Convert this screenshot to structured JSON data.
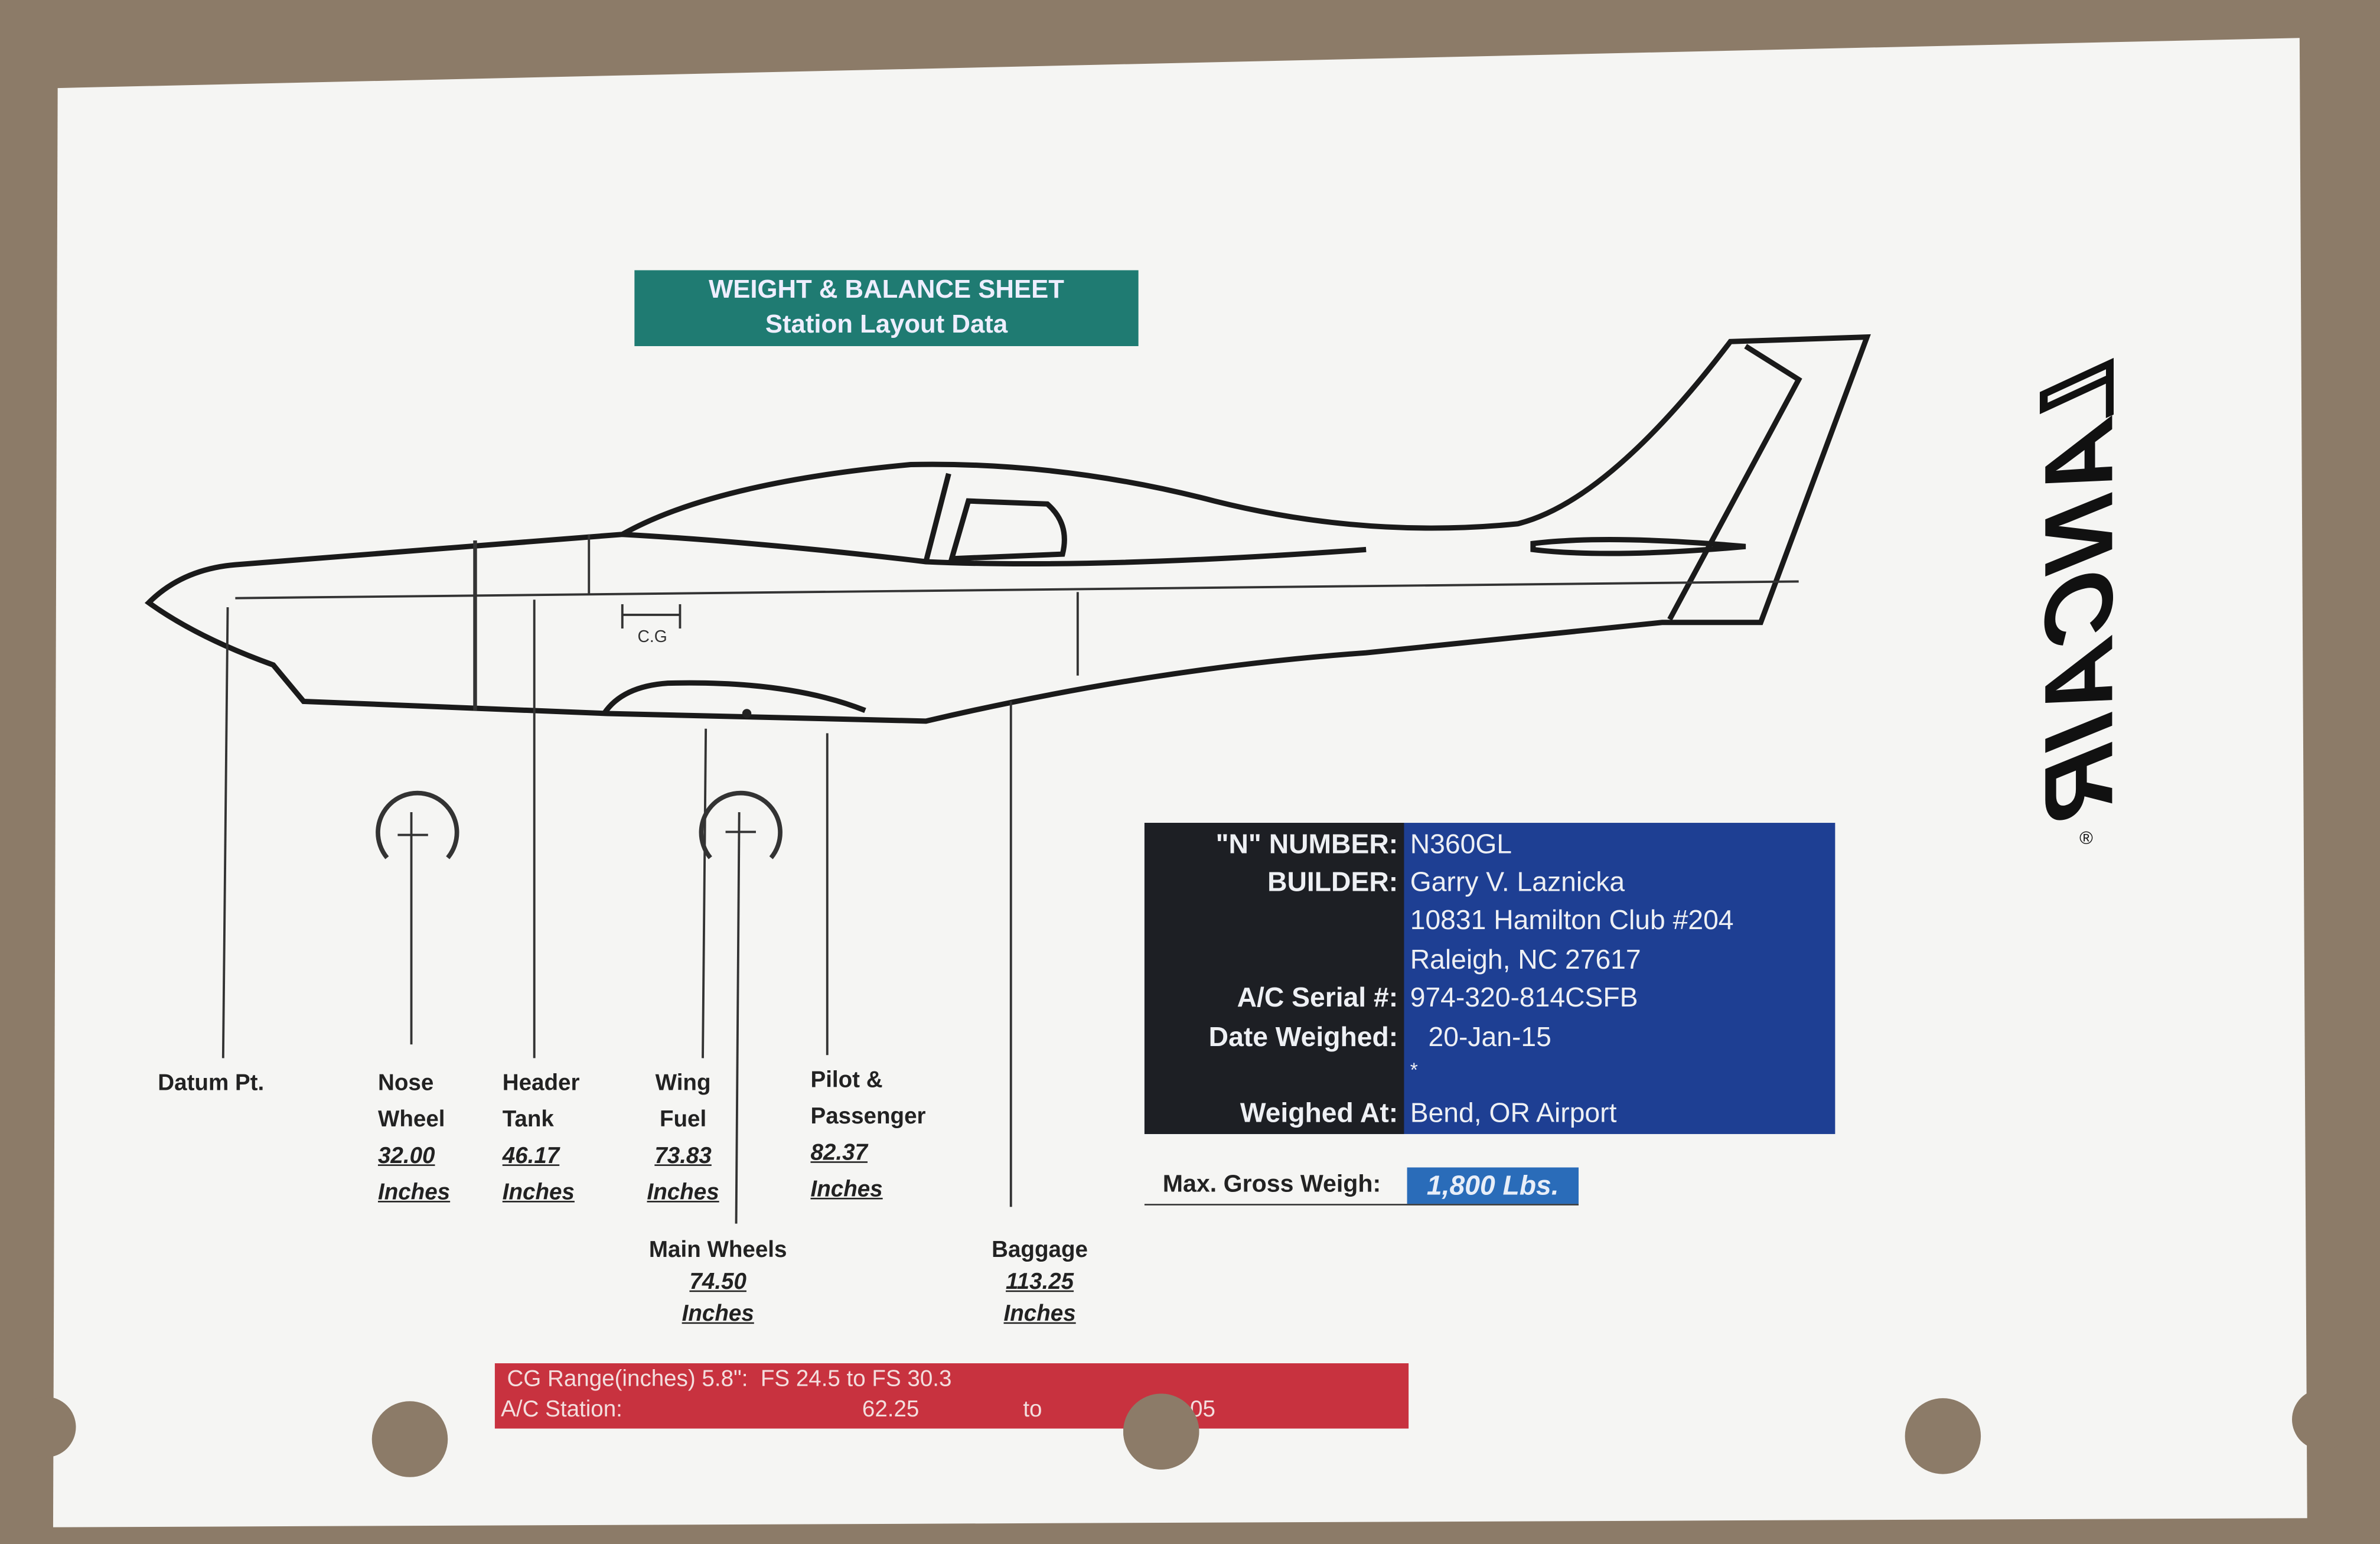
{
  "header": {
    "title": "WEIGHT & BALANCE SHEET",
    "subtitle": "Station Layout Data"
  },
  "diagram": {
    "cg_mark": "C.G"
  },
  "stations": [
    {
      "name": "Datum Pt.",
      "value": "",
      "unit": ""
    },
    {
      "name": "Nose Wheel",
      "value": "32.00",
      "unit": "Inches"
    },
    {
      "name": "Header Tank",
      "value": "46.17",
      "unit": "Inches"
    },
    {
      "name": "Wing Fuel",
      "value": "73.83",
      "unit": "Inches"
    },
    {
      "name": "Pilot & Passenger",
      "value": "82.37",
      "unit": "Inches"
    },
    {
      "name": "Main Wheels",
      "value": "74.50",
      "unit": "Inches"
    },
    {
      "name": "Baggage",
      "value": "113.25",
      "unit": "Inches"
    }
  ],
  "info": {
    "n_number_label": "\"N\" NUMBER:",
    "n_number": "N360GL",
    "builder_label": "BUILDER:",
    "builder": "Garry V. Laznicka",
    "address1": "10831 Hamilton Club  #204",
    "address2": "Raleigh, NC 27617",
    "serial_label": "A/C Serial #:",
    "serial": "974-320-814CSFB",
    "date_label": "Date Weighed:",
    "date": "20-Jan-15",
    "note": "*",
    "weighed_at_label": "Weighed At:",
    "weighed_at": "Bend, OR Airport"
  },
  "max_gross": {
    "label": "Max. Gross Weigh:",
    "value": "1,800 Lbs."
  },
  "cg_range": {
    "line1": "CG Range(inches) 5.8\":  FS 24.5 to FS 30.3",
    "station_label": "A/C Station:",
    "from": "62.25",
    "to_word": "to",
    "to": "05"
  },
  "logo": {
    "text": "LANCAIR",
    "mark": "®"
  },
  "colors": {
    "teal": "#1f7b72",
    "blue": "#1e3f93",
    "red": "#c8323f"
  }
}
